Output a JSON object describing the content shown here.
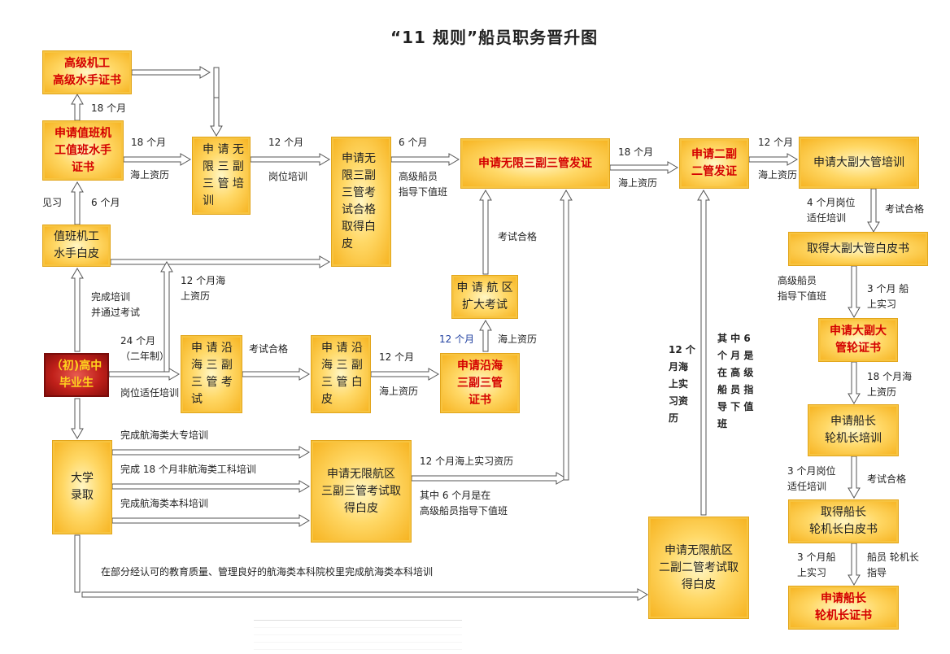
{
  "title": "“11 规则”船员职务晋升图",
  "colors": {
    "box_red_text": "#d40000",
    "box_fill": "#ffd866",
    "start_fill": "#c0201a",
    "start_text": "#ffd21e"
  },
  "boxes": {
    "senior_engineer": "高级机工\n高级水手证书",
    "apply_watch": "申请值班机\n工值班水手\n证书",
    "watch_white": "值班机工\n水手白皮",
    "graduate": "（初)高中\n毕业生",
    "university": "大学\n录取",
    "apply_unlimited_training": "申 请 无\n限 三 副\n三 管 培\n训",
    "unlimited_exam_white": "申请无\n限三副\n三管考\n试合格\n取得白\n皮",
    "unlimited_third_issue": "申请无限三副三管发证",
    "coastal_exam": "申 请 沿\n海 三 副\n三 管 考\n试",
    "coastal_white": "申 请 沿\n海 三 副\n三 管 白\n皮",
    "coastal_cert": "申请沿海\n三副三管\n证书",
    "extend_exam": "申 请 航 区\n扩大考试",
    "univ_unlimited_exam": "申请无限航区\n三副三管考试取\n得白皮",
    "second_issue": "申请二副\n二管发证",
    "second_exam_white": "申请无限航区\n二副二管考试取\n得白皮",
    "chief_training": "申请大副大管培训",
    "chief_white": "取得大副大管白皮书",
    "chief_cert": "申请大副大\n管轮证书",
    "master_training": "申请船长\n轮机长培训",
    "master_white": "取得船长\n轮机长白皮书",
    "master_cert": "申请船长\n轮机长证书"
  },
  "labels": {
    "l_18m_up": "18 个月",
    "l_18m_right": "18 个月",
    "l_sea_exp_1": "海上资历",
    "l_intern": "见习",
    "l_6m": "6 个月",
    "l_12m_a": "12 个月",
    "l_post_train": "岗位培训",
    "l_6m_b": "6 个月",
    "l_senior_guide": "高级船员\n指导下值班",
    "l_18m_c": "18 个月",
    "l_sea_exp_2": "海上资历",
    "l_12m_d": "12 个月",
    "l_sea_exp_3": "海上资历",
    "l_complete_train": "完成培训\n并通过考试",
    "l_12m_sea": "12 个月海\n上资历",
    "l_24m": "24 个月\n（二年制）",
    "l_post_adapt": "岗位适任培训",
    "l_exam_pass_1": "考试合格",
    "l_12m_e": "12 个月",
    "l_sea_exp_4": "海上资历",
    "l_12m_blue": "12 个月",
    "l_sea_exp_5": "海上资历",
    "l_exam_pass_2": "考试合格",
    "l_univ_college": "完成航海类大专培训",
    "l_univ_18m": "完成 18 个月非航海类工科培训",
    "l_univ_bachelor": "完成航海类本科培训",
    "l_12m_sea_intern": "12 个月海上实习资历",
    "l_6m_guided": "其中 6 个月是在\n高级船员指导下值班",
    "l_approved_school": "在部分经认可的教育质量、管理良好的航海类本科院校里完成航海类本科培训",
    "l_12m_sea_vert": "12 个\n月海\n上实\n习资\n历",
    "l_6m_vert": "其 中  6\n个 月 是\n在 高 级\n船 员 指\n导 下 值\n班",
    "l_4m_post": "4  个月岗位\n适任培训",
    "l_exam_pass_3": "考试合格",
    "l_senior_guide_2": "高级船员\n指导下值班",
    "l_3m_sea": "3  个月 船\n上实习",
    "l_18m_sea": "18 个月海\n上资历",
    "l_3m_post": "3  个月岗位\n适任培训",
    "l_exam_pass_4": "考试合格",
    "l_3m_intern": "3  个月船\n上实习",
    "l_master_guide": "船员 轮机长\n指导"
  }
}
